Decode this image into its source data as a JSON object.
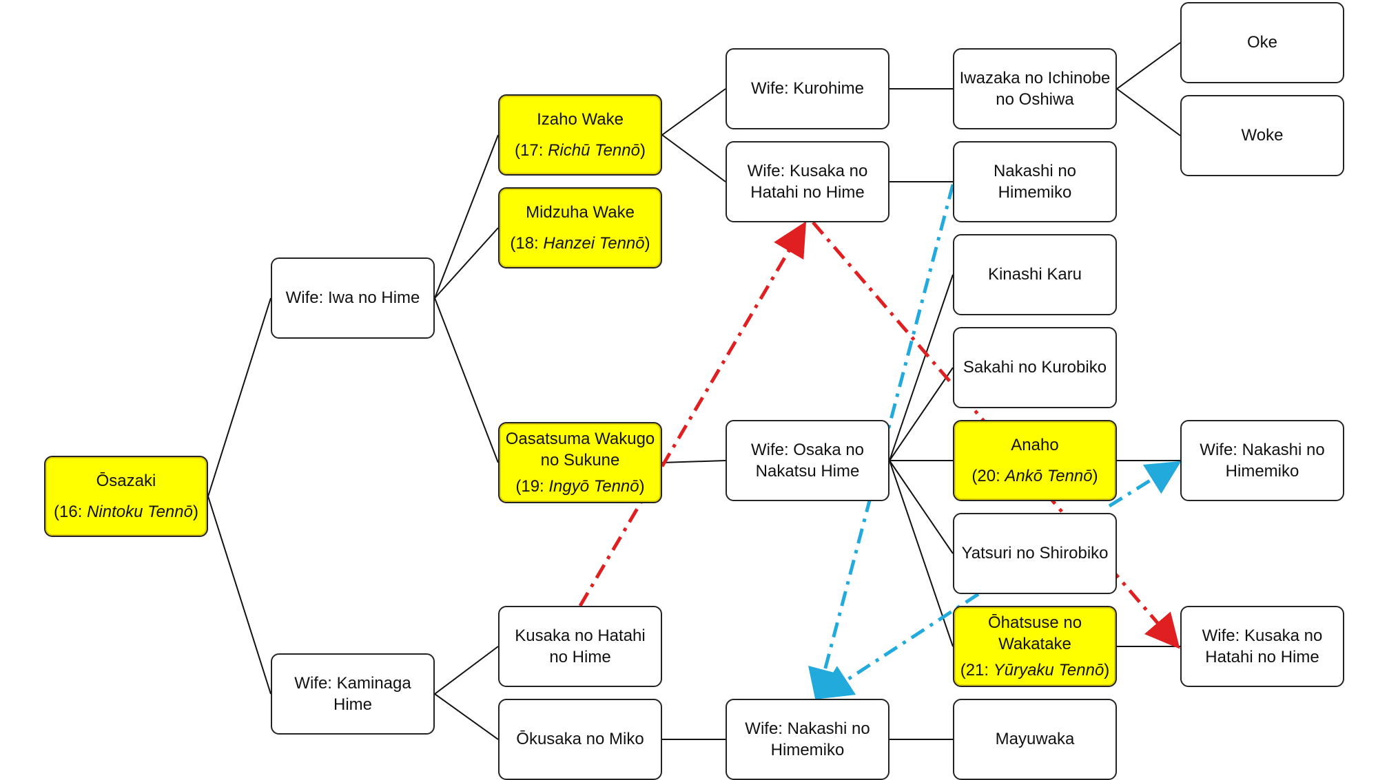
{
  "colors": {
    "ruler_fill": "#ffff00",
    "line": "#111111",
    "red_arrow": "#e02020",
    "blue_arrow": "#22aadd"
  },
  "nodes": {
    "osazaki": {
      "name": "Ōsazaki",
      "num": "(16: ",
      "reign": "Nintoku Tennō",
      "close": ")"
    },
    "iwa": {
      "name": "Wife: Iwa no Hime"
    },
    "kaminaga": {
      "name": "Wife: Kaminaga Hime"
    },
    "izaho": {
      "name": "Izaho Wake",
      "num": "(17: ",
      "reign": "Richū Tennō",
      "close": ")"
    },
    "midzuha": {
      "name": "Midzuha Wake",
      "num": "(18: ",
      "reign": "Hanzei Tennō",
      "close": ")"
    },
    "oasatsuma": {
      "name": "Oasatsuma Wakugo no Sukune",
      "num": "(19: ",
      "reign": "Ingyō Tennō",
      "close": ")"
    },
    "kusaka1": {
      "name": "Kusaka no Hatahi no Hime"
    },
    "okusaka": {
      "name": "Ōkusaka no Miko"
    },
    "kurohime": {
      "name": "Wife: Kurohime"
    },
    "kusaka2": {
      "name": "Wife: Kusaka no Hatahi no Hime"
    },
    "osaka": {
      "name": "Wife: Osaka no Nakatsu Hime"
    },
    "nakashi2": {
      "name": "Wife: Nakashi no Himemiko"
    },
    "iwazaka": {
      "name": "Iwazaka no Ichinobe no Oshiwa"
    },
    "nakashi1": {
      "name": "Nakashi no Himemiko"
    },
    "kinashi": {
      "name": "Kinashi Karu"
    },
    "sakahi": {
      "name": "Sakahi no Kurobiko"
    },
    "anaho": {
      "name": "Anaho",
      "num": "(20: ",
      "reign": "Ankō Tennō",
      "close": ")"
    },
    "yatsuri": {
      "name": "Yatsuri no Shirobiko"
    },
    "ohatsuse": {
      "name": "Ōhatsuse no Wakatake",
      "num": "(21: ",
      "reign": "Yūryaku Tennō",
      "close": ")"
    },
    "mayuwaka": {
      "name": "Mayuwaka"
    },
    "oke": {
      "name": "Oke"
    },
    "woke": {
      "name": "Woke"
    },
    "wnakashi": {
      "name": "Wife: Nakashi no Himemiko"
    },
    "wkusaka": {
      "name": "Wife: Kusaka no Hatahi no Hime"
    }
  }
}
